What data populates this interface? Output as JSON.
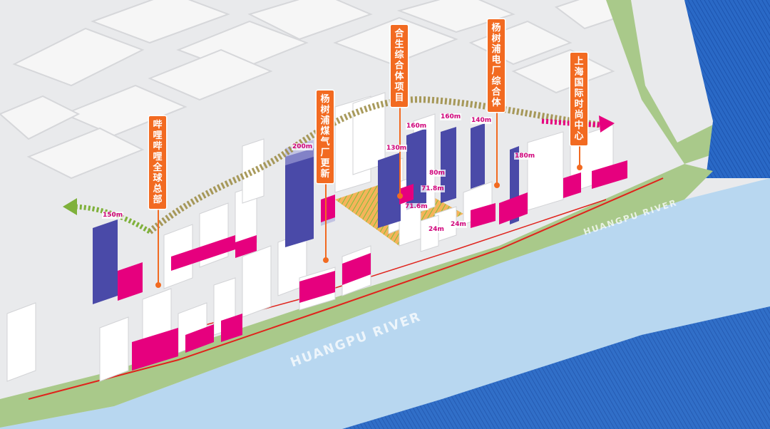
{
  "river_labels": [
    "HUANGPU RIVER",
    "HUANGPU RIVER"
  ],
  "projects": [
    {
      "id": "bilibili",
      "label": "哔哩哔哩全球总部"
    },
    {
      "id": "gas",
      "label": "杨树浦煤气厂更新"
    },
    {
      "id": "hesheng",
      "label": "合生综合体项目"
    },
    {
      "id": "power",
      "label": "杨树浦电厂综合体"
    },
    {
      "id": "fashion",
      "label": "上海国际时尚中心"
    }
  ],
  "heights": [
    "150m",
    "200m",
    "130m",
    "160m",
    "160m",
    "140m",
    "180m",
    "80m",
    "71.8m",
    "71.6m",
    "24m",
    "24m"
  ],
  "colors": {
    "accent": "#f26a21",
    "tower": "#4a4aa8",
    "magenta": "#e6007e",
    "river": "#2a69c6",
    "green": "#a9c98a",
    "dash_path": "#9a8a3f",
    "arrow_left": "#7fb13b",
    "arrow_right": "#e6007e"
  }
}
